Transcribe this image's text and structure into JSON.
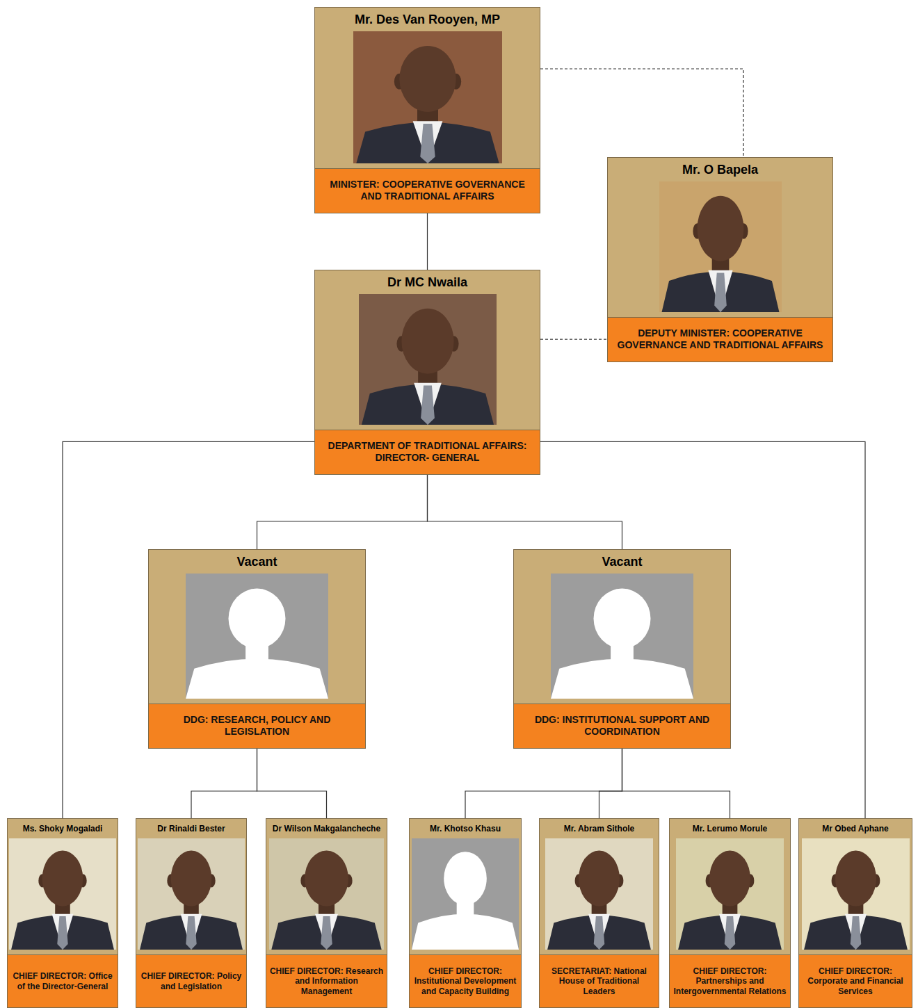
{
  "diagram": {
    "nodes": [
      {
        "text": [
          "Mr. Des Van Rooyen, MP",
          "MINISTER: COOPERATIVE GOVERNANCE AND TRADITIONAL AFFAIRS"
        ]
      },
      {
        "text": [
          "Mr. O Bapela",
          "DEPUTY MINISTER: COOPERATIVE GOVERNANCE AND TRADITIONAL AFFAIRS"
        ]
      },
      {
        "text": [
          "Dr MC Nwaila",
          "DEPARTMENT OF TRADITIONAL AFFAIRS: DIRECTOR- GENERAL"
        ]
      },
      {
        "text": [
          "Vacant",
          "DDG: RESEARCH, POLICY AND LEGISLATION"
        ]
      },
      {
        "text": [
          "Vacant",
          "DDG: INSTITUTIONAL SUPPORT AND COORDINATION"
        ]
      },
      {
        "text": [
          "Ms. Shoky Mogaladi",
          "CHIEF DIRECTOR: Office of the Director-General"
        ]
      },
      {
        "text": [
          "Dr Rinaldi Bester",
          "CHIEF DIRECTOR: Policy and Legislation"
        ]
      },
      {
        "text": [
          "Dr Wilson Makgalancheche",
          "CHIEF DIRECTOR: Research and Information Management"
        ]
      },
      {
        "text": [
          "Mr. Khotso Khasu",
          "CHIEF DIRECTOR: Institutional Development and Capacity Building"
        ]
      },
      {
        "text": [
          "Mr. Abram Sithole",
          "SECRETARIAT: National House of Traditional Leaders"
        ]
      },
      {
        "text": [
          "Mr. Lerumo Morule",
          "CHIEF DIRECTOR: Partnerships and Intergovernmental Relations"
        ]
      },
      {
        "text": [
          "Mr Obed Aphane",
          "CHIEF DIRECTOR: Corporate and Financial Services"
        ]
      }
    ],
    "edges": [
      {
        "from": 0,
        "to": 1,
        "arrow": "none"
      },
      {
        "from": 0,
        "to": 2,
        "arrow": "none"
      },
      {
        "from": 2,
        "to": 1,
        "arrow": "none"
      },
      {
        "from": 2,
        "to": 3,
        "arrow": "none"
      },
      {
        "from": 2,
        "to": 4,
        "arrow": "none"
      },
      {
        "from": 2,
        "to": 5,
        "arrow": "none"
      },
      {
        "from": 2,
        "to": 11,
        "arrow": "none"
      },
      {
        "from": 3,
        "to": 6,
        "arrow": "none"
      },
      {
        "from": 3,
        "to": 7,
        "arrow": "none"
      },
      {
        "from": 4,
        "to": 8,
        "arrow": "none"
      },
      {
        "from": 4,
        "to": 9,
        "arrow": "none"
      },
      {
        "from": 4,
        "to": 10,
        "arrow": "none"
      }
    ]
  }
}
